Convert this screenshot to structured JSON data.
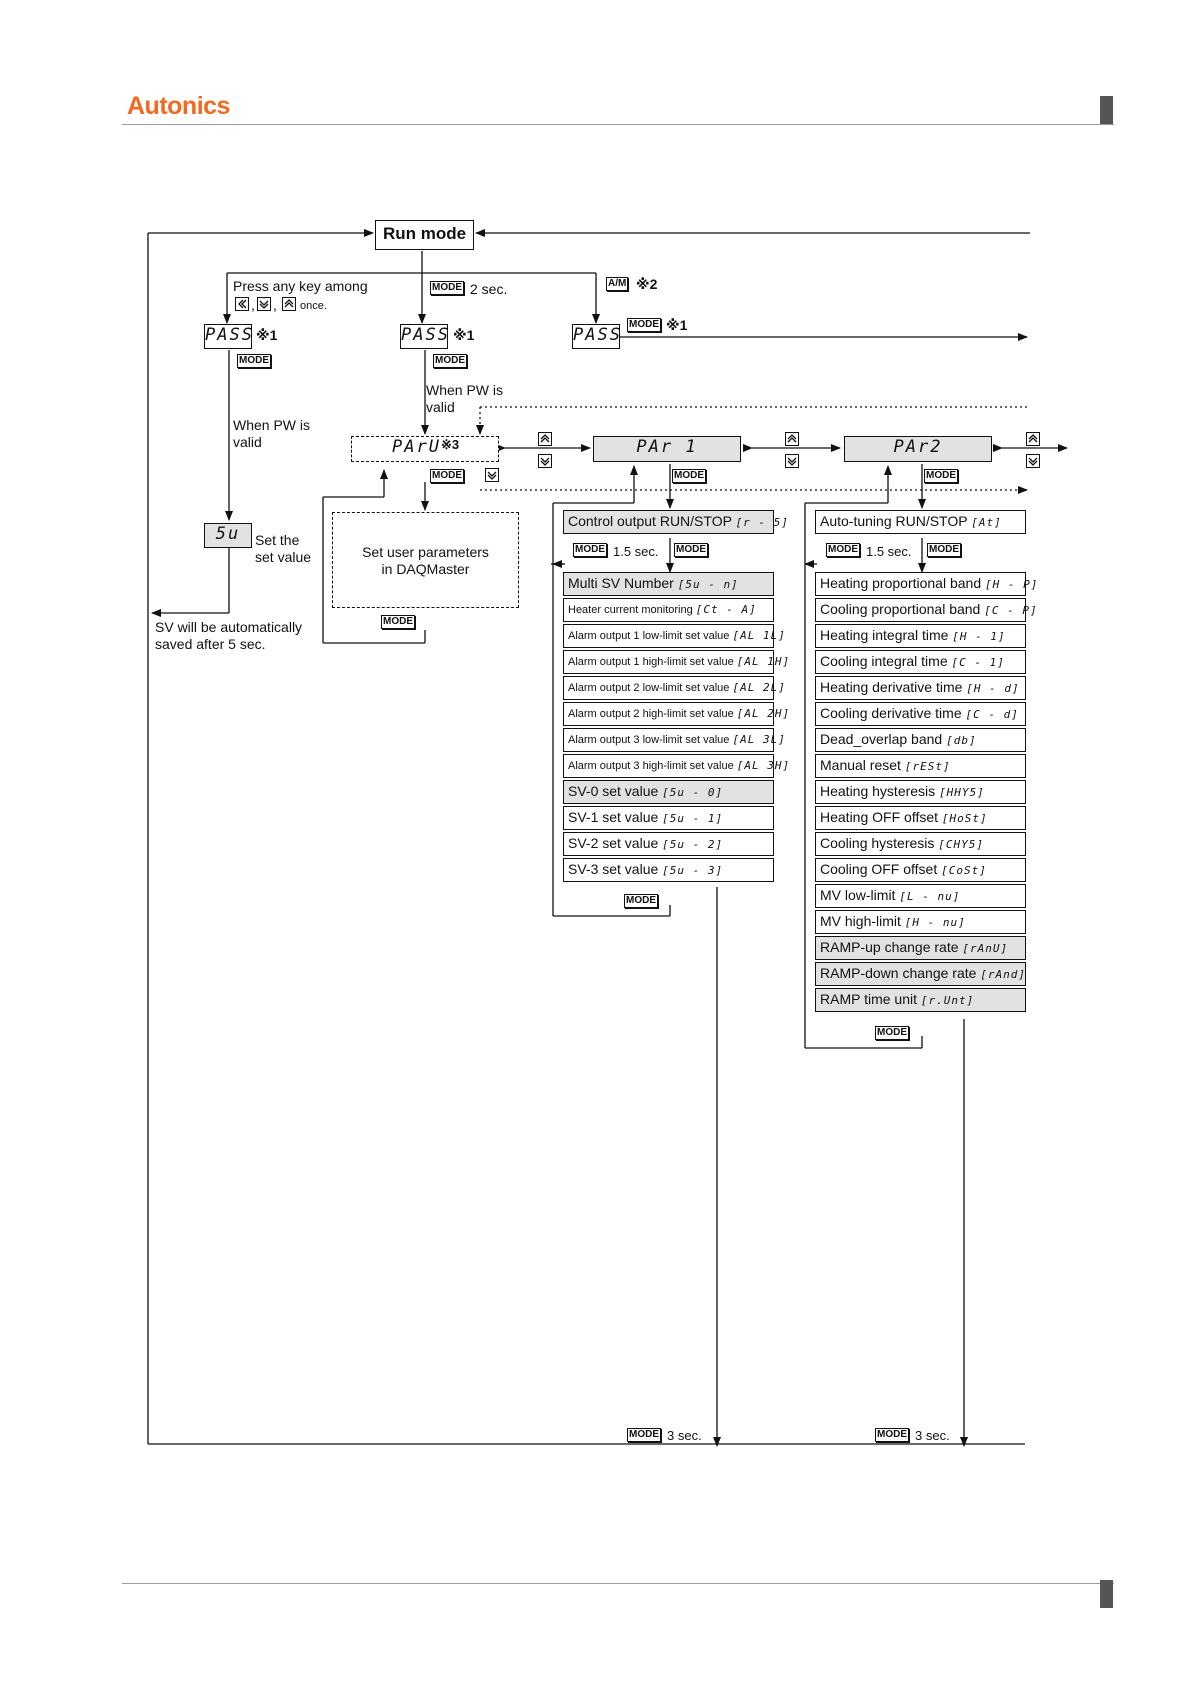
{
  "header": {
    "brand": "Autonics"
  },
  "run_mode": {
    "label": "Run mode"
  },
  "branches": {
    "left_label": "Press any key among",
    "left_once": "once.",
    "left_comma1": ",",
    "left_comma2": ",",
    "middle_time": "2 sec.",
    "right_key": "A/M",
    "right_note": "※2"
  },
  "pass": {
    "display": "PASS",
    "note": "※1"
  },
  "notes": {
    "pw_valid_left": "When PW is\nvalid",
    "pw_valid_mid": "When PW is\nvalid",
    "set_value": "Set the\nset value",
    "sv_saved": "SV will be automatically\nsaved after 5 sec.",
    "user_params": "Set user parameters\nin DAQMaster",
    "par_u_note": "※3"
  },
  "displays": {
    "sv": "5u",
    "par_u": "PArU",
    "par1": "PAr 1",
    "par2": "PAr2"
  },
  "keys": {
    "mode": "MODE",
    "sec_1_5": "1.5 sec.",
    "sec_3": "3 sec."
  },
  "par1_items": [
    {
      "label": "Control output RUN/STOP",
      "code": "[r - 5]",
      "gray": true,
      "small": false
    },
    {
      "label": "Multi SV Number",
      "code": "[5u - n]",
      "gray": true,
      "small": false
    },
    {
      "label": "Heater current monitoring",
      "code": "[Ct - A]",
      "gray": false,
      "small": true
    },
    {
      "label": "Alarm output 1 low-limit set value",
      "code": "[AL 1L]",
      "gray": false,
      "small": true
    },
    {
      "label": "Alarm output 1 high-limit set value",
      "code": "[AL 1H]",
      "gray": false,
      "small": true
    },
    {
      "label": "Alarm output 2 low-limit set value",
      "code": "[AL 2L]",
      "gray": false,
      "small": true
    },
    {
      "label": "Alarm output 2 high-limit set value",
      "code": "[AL 2H]",
      "gray": false,
      "small": true
    },
    {
      "label": "Alarm output 3 low-limit set value",
      "code": "[AL 3L]",
      "gray": false,
      "small": true
    },
    {
      "label": "Alarm output 3 high-limit set value",
      "code": "[AL 3H]",
      "gray": false,
      "small": true
    },
    {
      "label": "SV-0 set value",
      "code": "[5u - 0]",
      "gray": true,
      "small": false
    },
    {
      "label": "SV-1 set value",
      "code": "[5u - 1]",
      "gray": false,
      "small": false
    },
    {
      "label": "SV-2 set value",
      "code": "[5u - 2]",
      "gray": false,
      "small": false
    },
    {
      "label": "SV-3 set value",
      "code": "[5u - 3]",
      "gray": false,
      "small": false
    }
  ],
  "par2_items": [
    {
      "label": "Auto-tuning RUN/STOP",
      "code": "[At]",
      "gray": false
    },
    {
      "label": "Heating proportional band",
      "code": "[H - P]",
      "gray": false
    },
    {
      "label": "Cooling proportional band",
      "code": "[C - P]",
      "gray": false
    },
    {
      "label": "Heating integral time",
      "code": "[H - 1]",
      "gray": false
    },
    {
      "label": "Cooling integral time",
      "code": "[C - 1]",
      "gray": false
    },
    {
      "label": "Heating derivative time",
      "code": "[H - d]",
      "gray": false
    },
    {
      "label": "Cooling derivative time",
      "code": "[C - d]",
      "gray": false
    },
    {
      "label": "Dead_overlap band",
      "code": "[db]",
      "gray": false
    },
    {
      "label": "Manual reset",
      "code": "[rESt]",
      "gray": false
    },
    {
      "label": "Heating hysteresis",
      "code": "[HHY5]",
      "gray": false
    },
    {
      "label": "Heating OFF offset",
      "code": "[HoSt]",
      "gray": false
    },
    {
      "label": "Cooling hysteresis",
      "code": "[CHY5]",
      "gray": false
    },
    {
      "label": "Cooling OFF offset",
      "code": "[CoSt]",
      "gray": false
    },
    {
      "label": "MV low-limit",
      "code": "[L - nu]",
      "gray": false
    },
    {
      "label": "MV high-limit",
      "code": "[H - nu]",
      "gray": false
    },
    {
      "label": "RAMP-up change rate",
      "code": "[rAnU]",
      "gray": true
    },
    {
      "label": "RAMP-down change rate",
      "code": "[rAnd]",
      "gray": true
    },
    {
      "label": "RAMP time unit",
      "code": "[r.Unt]",
      "gray": true
    }
  ]
}
